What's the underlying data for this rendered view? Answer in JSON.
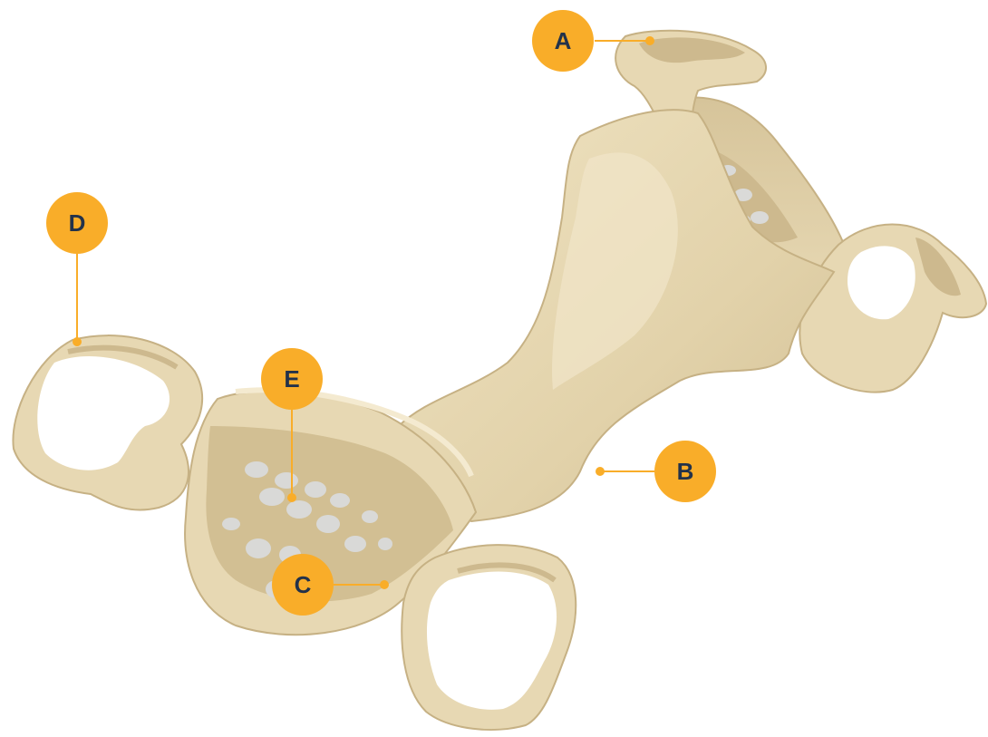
{
  "colors": {
    "implant_fill": "#e7d8b3",
    "implant_shadow": "#c9b488",
    "implant_highlight": "#f4ead0",
    "hole": "#d4d4d2",
    "callout": "#f9ad29",
    "callout_text": "#23324a"
  },
  "callouts": [
    {
      "id": "A",
      "label": "A"
    },
    {
      "id": "B",
      "label": "B"
    },
    {
      "id": "C",
      "label": "C"
    },
    {
      "id": "D",
      "label": "D"
    },
    {
      "id": "E",
      "label": "E"
    }
  ]
}
